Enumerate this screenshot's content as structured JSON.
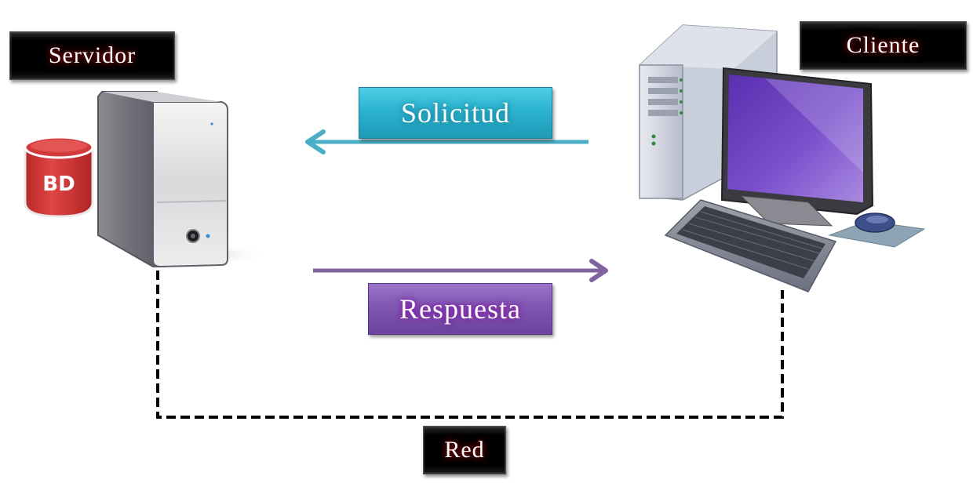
{
  "diagram": {
    "server_label": "Servidor",
    "client_label": "Cliente",
    "request_label": "Solicitud",
    "response_label": "Respuesta",
    "network_label": "Red",
    "database_label": "BD",
    "request_direction": "client-to-server",
    "response_direction": "server-to-client",
    "colors": {
      "request": "#4aaec6",
      "response": "#8064a2",
      "database": "#d23b3b",
      "label_bg": "#000000",
      "screen": "#6a3fc0"
    }
  }
}
